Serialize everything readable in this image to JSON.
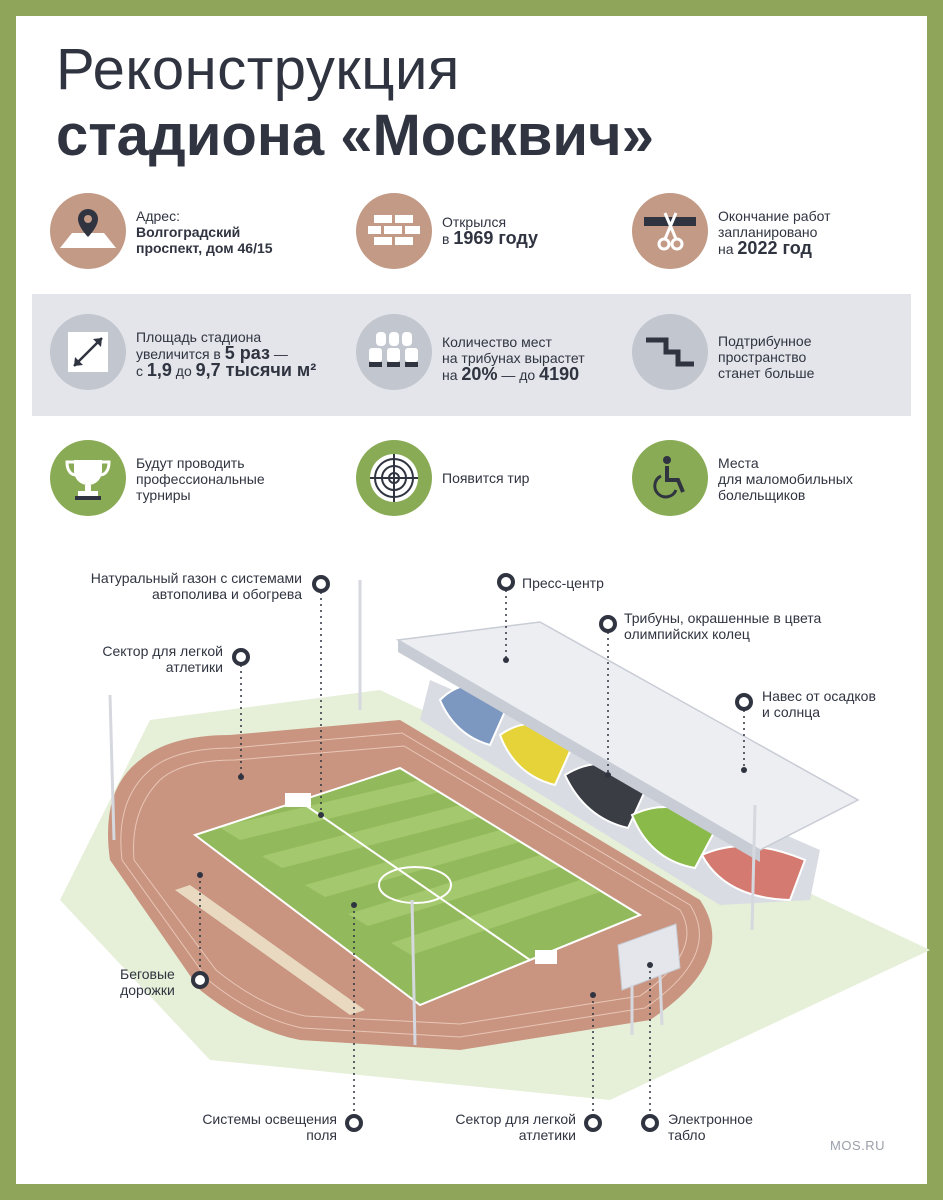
{
  "title": {
    "line1": "Реконструкция",
    "line2": "стадиона «Москвич»"
  },
  "colors": {
    "frame": "#8ea55a",
    "brown": "#c39a85",
    "gray": "#c2c6cf",
    "green": "#8aab55",
    "dark": "#2f3440"
  },
  "features": [
    {
      "icon": "map-pin-icon",
      "label": "Адрес:",
      "bold": "Волгоградский",
      "bold2": "проспект, дом 46/15"
    },
    {
      "icon": "brick-wall-icon",
      "line1": "Открылся",
      "pre": "в ",
      "value": "1969 году"
    },
    {
      "icon": "ribbon-scissors-icon",
      "line1": "Окончание работ",
      "line2": "запланировано",
      "pre": "на ",
      "value": "2022 год"
    },
    {
      "icon": "area-expand-icon",
      "line1": "Площадь стадиона",
      "pre2": "увеличится в ",
      "value2": "5 раз",
      "post2": " —",
      "pre3": "с ",
      "v3a": "1,9",
      "mid3": " до ",
      "v3b": "9,7 тысячи м²"
    },
    {
      "icon": "stadium-seats-icon",
      "line1": "Количество мест",
      "line2": "на трибунах вырастет",
      "pre3": "на ",
      "v3a": "20%",
      "mid3": " — до ",
      "v3b": "4190"
    },
    {
      "icon": "stairs-icon",
      "line1": "Подтрибунное",
      "line2": "пространство",
      "line3": "станет больше"
    },
    {
      "icon": "trophy-icon",
      "line1": "Будут проводить",
      "line2": "профессиональные",
      "line3": "турниры"
    },
    {
      "icon": "target-icon",
      "line1": "Появится тир"
    },
    {
      "icon": "wheelchair-icon",
      "line1": "Места",
      "line2": "для маломобильных",
      "line3": "болельщиков"
    }
  ],
  "callouts": {
    "lawn": {
      "line1": "Натуральный газон с системами",
      "line2": "автополива и обогрева"
    },
    "athletics_top": {
      "line1": "Сектор для легкой",
      "line2": "атлетики"
    },
    "press": {
      "line1": "Пресс-центр"
    },
    "stands": {
      "line1": "Трибуны, окрашенные в цвета",
      "line2": "олимпийских колец"
    },
    "canopy": {
      "line1": "Навес от осадков",
      "line2": "и солнца"
    },
    "tracks": {
      "line1": "Беговые",
      "line2": "дорожки"
    },
    "lighting": {
      "line1": "Системы освещения",
      "line2": "поля"
    },
    "athletics_bottom": {
      "line1": "Сектор для легкой",
      "line2": "атлетики"
    },
    "scoreboard": {
      "line1": "Электронное",
      "line2": "табло"
    }
  },
  "credit": "MOS.RU"
}
